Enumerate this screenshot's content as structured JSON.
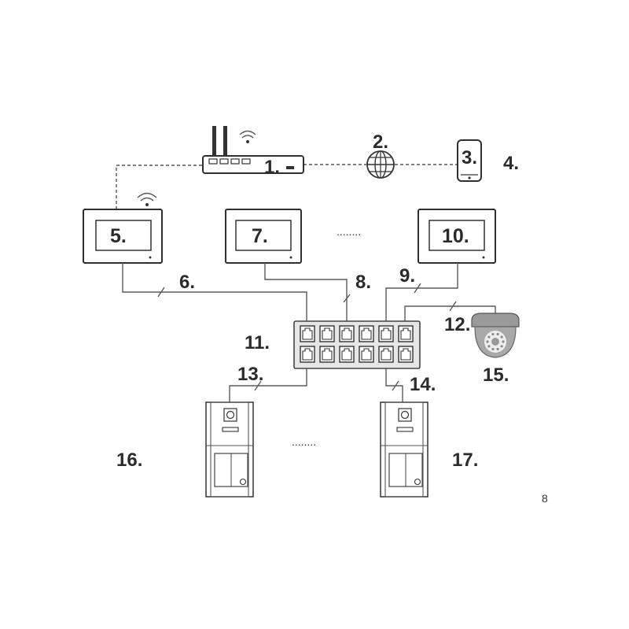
{
  "labels": {
    "router": "1.",
    "internet": "2.",
    "phone": "3.",
    "app": "4.",
    "monitor_a": "5.",
    "cable_a": "6.",
    "monitor_b": "7.",
    "cable_b": "8.",
    "cable_c": "9.",
    "monitor_c": "10.",
    "switch": "11.",
    "cable_camera": "12.",
    "cable_door_a": "13.",
    "cable_door_b": "14.",
    "camera": "15.",
    "door_station_a": "16.",
    "door_station_b": "17."
  },
  "ellipsis": {
    "monitors": "........",
    "door_stations": "........"
  },
  "page_number": "8",
  "icons": {
    "router": "router-icon",
    "globe": "globe-icon",
    "phone": "smartphone-icon",
    "wifi": "wifi-icon",
    "camera": "dome-camera-icon",
    "switch": "network-switch-icon",
    "door_station": "door-station-icon"
  },
  "colors": {
    "line": "#5a5a5a",
    "device_outline": "#2f2f2f",
    "switch_fill": "#e6e6e6",
    "camera_fill": "#9a9a9a"
  }
}
